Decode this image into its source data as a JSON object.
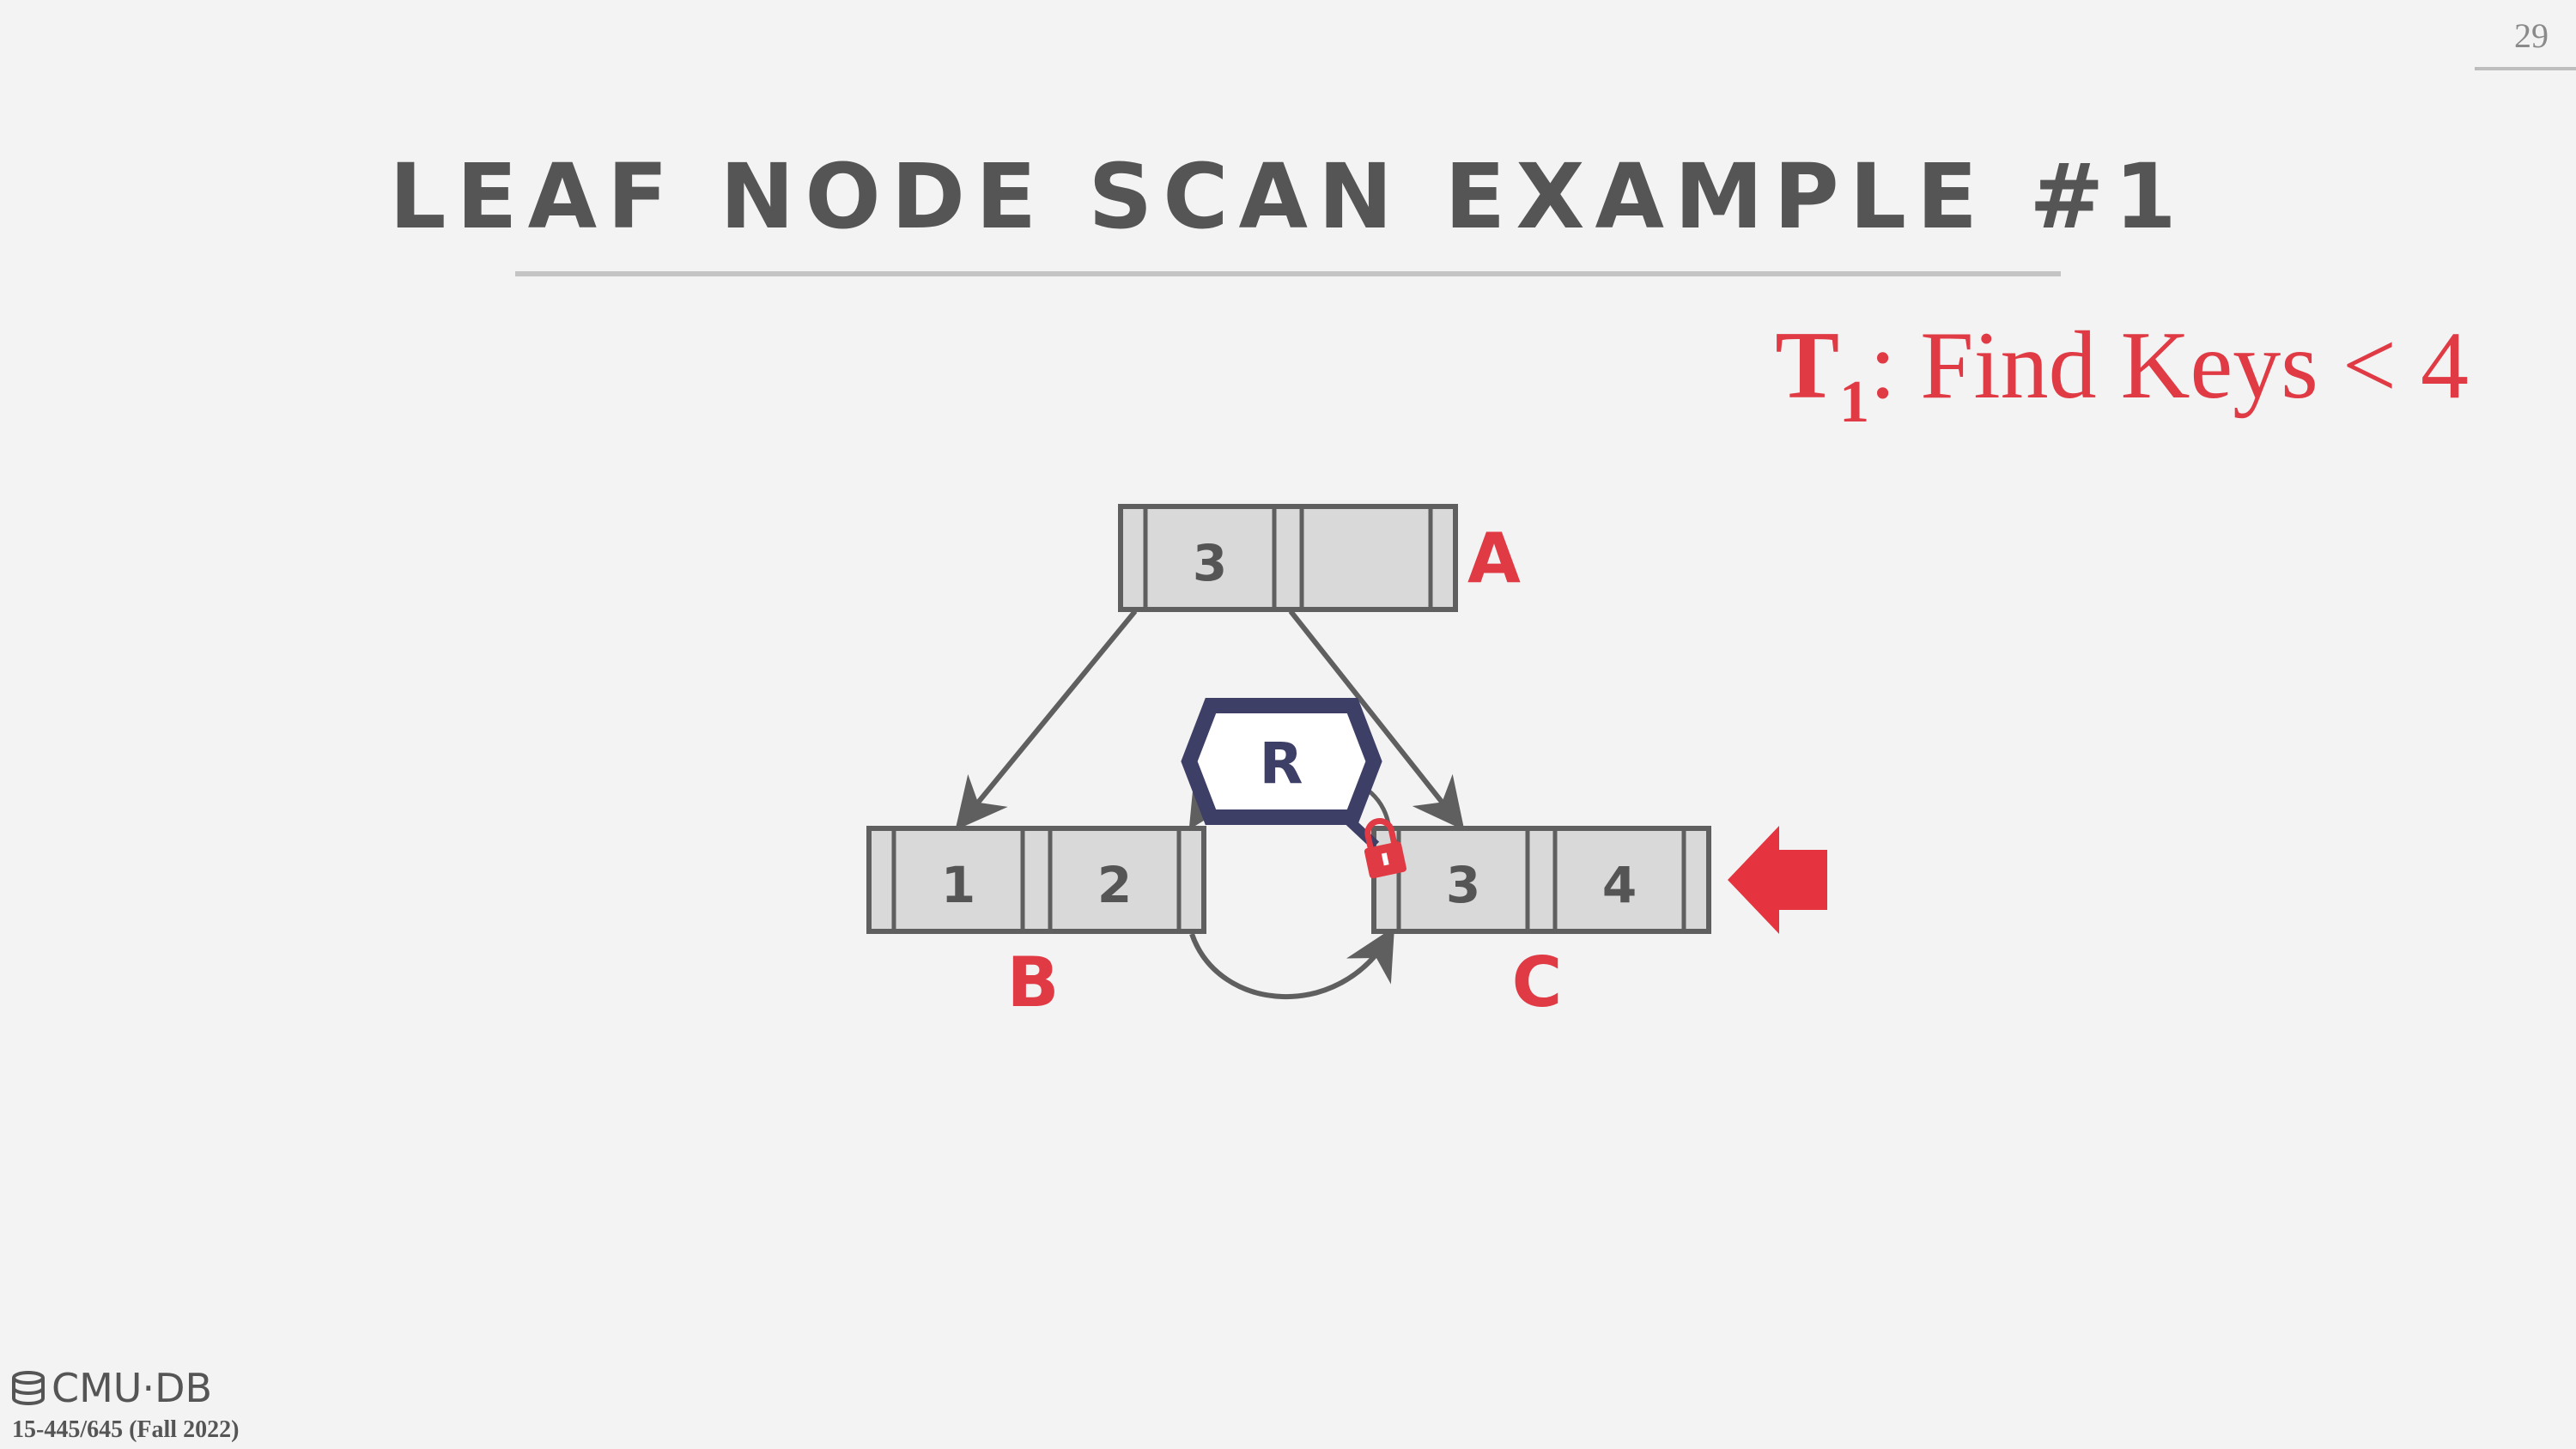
{
  "slide_number": "29",
  "title": "LEAF NODE SCAN EXAMPLE #1",
  "query": {
    "txn": "T",
    "txn_sub": "1",
    "text": ": Find Keys < 4"
  },
  "nodes": {
    "A": {
      "label": "A",
      "keys": [
        "3",
        ""
      ]
    },
    "B": {
      "label": "B",
      "keys": [
        "1",
        "2"
      ]
    },
    "C": {
      "label": "C",
      "keys": [
        "3",
        "4"
      ]
    }
  },
  "latch": {
    "mode": "R"
  },
  "footer": {
    "logo": "CMU·DB",
    "course": "15-445/645 (Fall 2022)"
  },
  "colors": {
    "accent": "#e03a45",
    "node_fill": "#d9d9d9",
    "node_stroke": "#5f5f5f",
    "latch": "#3d3f66"
  },
  "icons": [
    "lock-icon",
    "pointer-arrow-icon",
    "database-icon"
  ]
}
